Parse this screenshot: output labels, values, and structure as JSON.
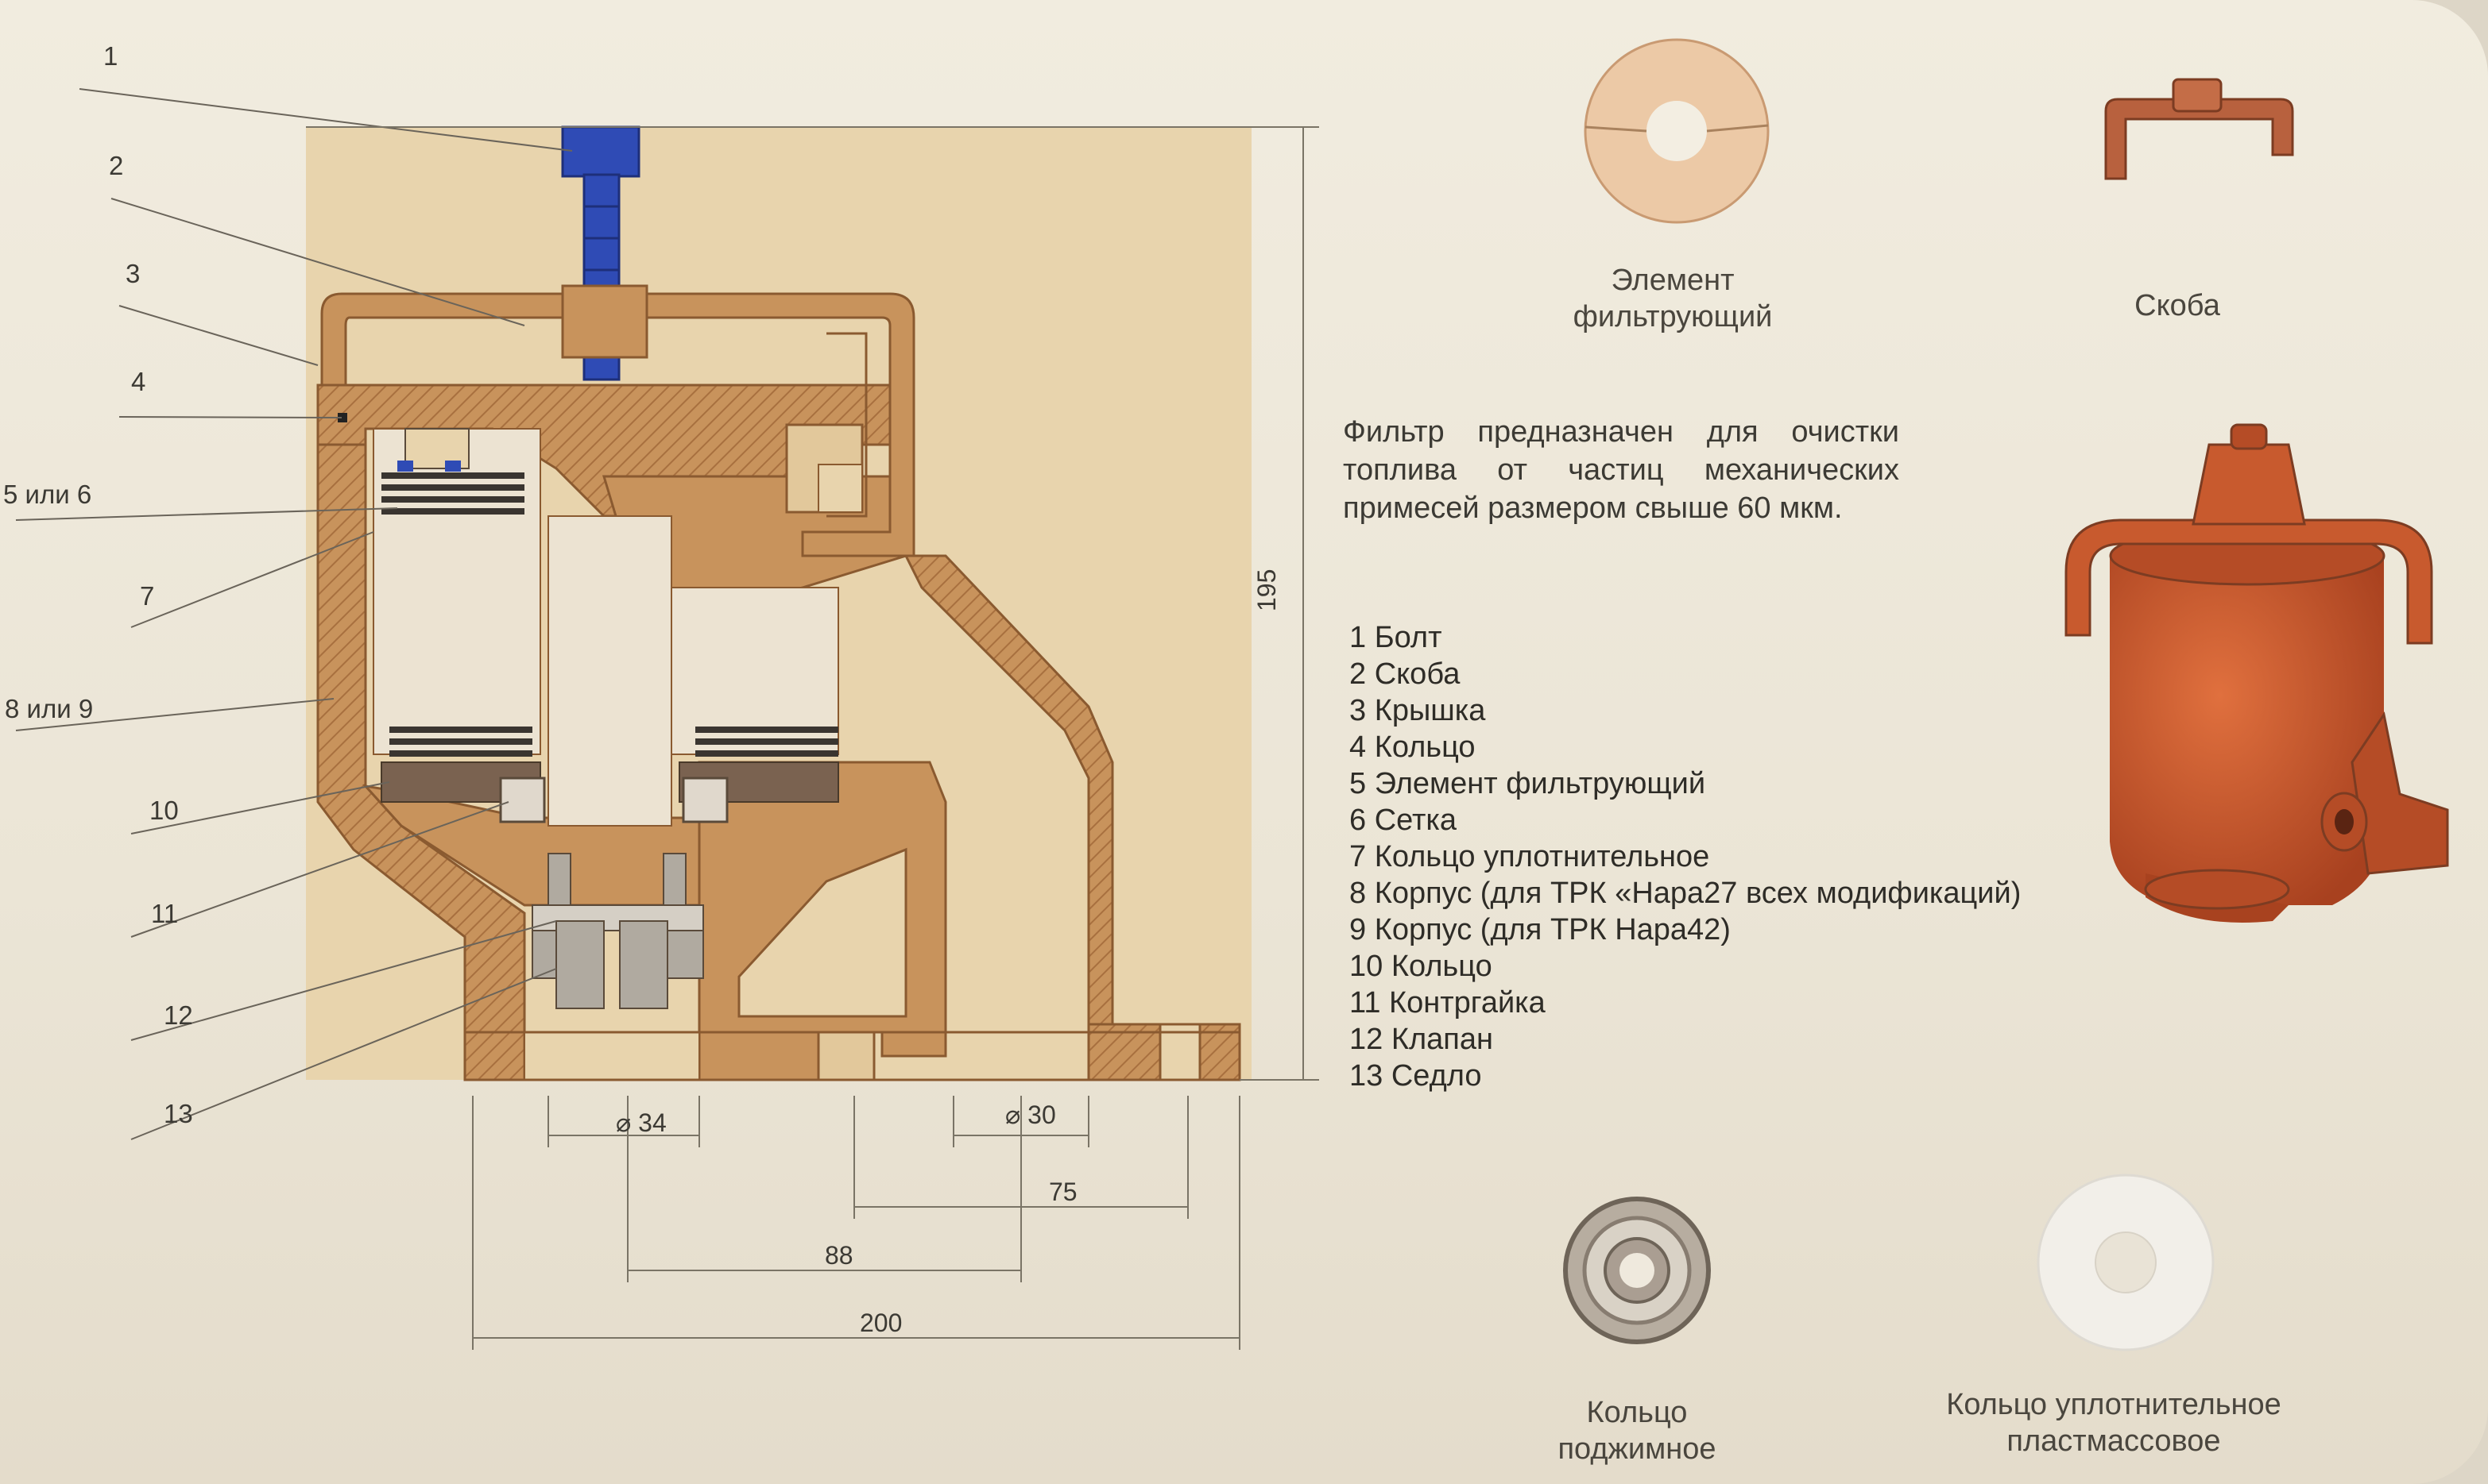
{
  "callouts": [
    "1",
    "2",
    "3",
    "4",
    "5 или 6",
    "7",
    "8 или 9",
    "10",
    "11",
    "12",
    "13"
  ],
  "dimensions": {
    "height": "195",
    "diameter_inlet": "⌀ 34",
    "diameter_outlet": "⌀ 30",
    "dim_75": "75",
    "dim_88": "88",
    "dim_200": "200"
  },
  "captions": {
    "filter_element": [
      "Элемент",
      "фильтрующий"
    ],
    "bracket": "Скоба",
    "clamp_ring": [
      "Кольцо",
      "поджимное"
    ],
    "plastic_seal_ring": [
      "Кольцо уплотнительное",
      "пластмассовое"
    ]
  },
  "description": "Фильтр предназначен для очистки топлива от частиц механических примесей размером свыше 60 мкм.",
  "parts": [
    "1 Болт",
    "2 Скоба",
    "3 Крышка",
    "4 Кольцо",
    "5 Элемент фильтрующий",
    "6 Сетка",
    "7 Кольцо уплотнительное",
    "8 Корпус (для ТРК «Нара27 всех модификаций)",
    "9 Корпус (для ТРК Нара42)",
    "10 Кольцо",
    "11 Контргайка",
    "12 Клапан",
    "13 Седло"
  ],
  "colors": {
    "drawing_bg": "#e8d4ad",
    "metal": "#c8935c",
    "bolt": "#2f4bb5",
    "product_orange": "#c5532a"
  }
}
